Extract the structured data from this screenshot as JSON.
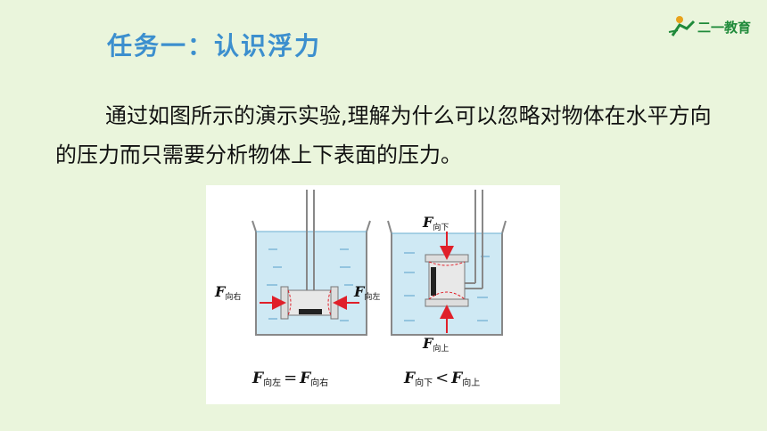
{
  "header": {
    "title": "任务一：认识浮力",
    "logo_text": "二一教育"
  },
  "question": {
    "text": "通过如图所示的演示实验,理解为什么可以忽略对物体在水平方向的压力而只需要分析物体上下表面的压力。"
  },
  "figure": {
    "left_panel": {
      "label_left": {
        "symbol": "F",
        "sub": "向右"
      },
      "label_right": {
        "symbol": "F",
        "sub": "向左"
      },
      "equation": {
        "a_symbol": "F",
        "a_sub": "向左",
        "op": "=",
        "b_symbol": "F",
        "b_sub": "向右"
      }
    },
    "right_panel": {
      "label_top": {
        "symbol": "F",
        "sub": "向下"
      },
      "label_bottom": {
        "symbol": "F",
        "sub": "向上"
      },
      "equation": {
        "a_symbol": "F",
        "a_sub": "向下",
        "op": "<",
        "b_symbol": "F",
        "b_sub": "向上"
      }
    },
    "colors": {
      "water": "#cfe9f4",
      "arrow": "#e0202a",
      "glass": "#888888"
    }
  }
}
